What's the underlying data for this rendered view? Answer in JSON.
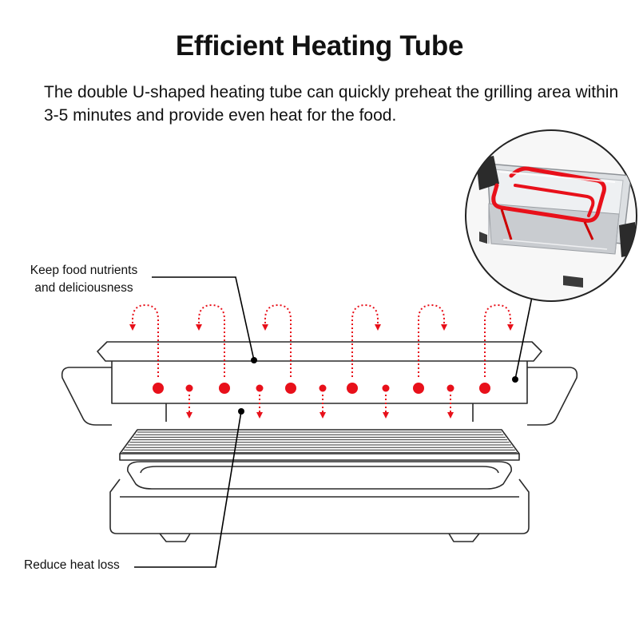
{
  "title": "Efficient Heating Tube",
  "description": "The double U-shaped heating tube can quickly preheat the grilling area within 3-5 minutes and provide even heat for the food.",
  "callouts": {
    "nutrients_line1": "Keep food nutrients",
    "nutrients_line2": "and deliciousness",
    "heat_loss": "Reduce heat loss"
  },
  "colors": {
    "accent_red": "#e8101a",
    "outline": "#2a2a2a",
    "background": "#ffffff"
  },
  "icons": {
    "inset": "heating-tube-closeup-icon"
  }
}
